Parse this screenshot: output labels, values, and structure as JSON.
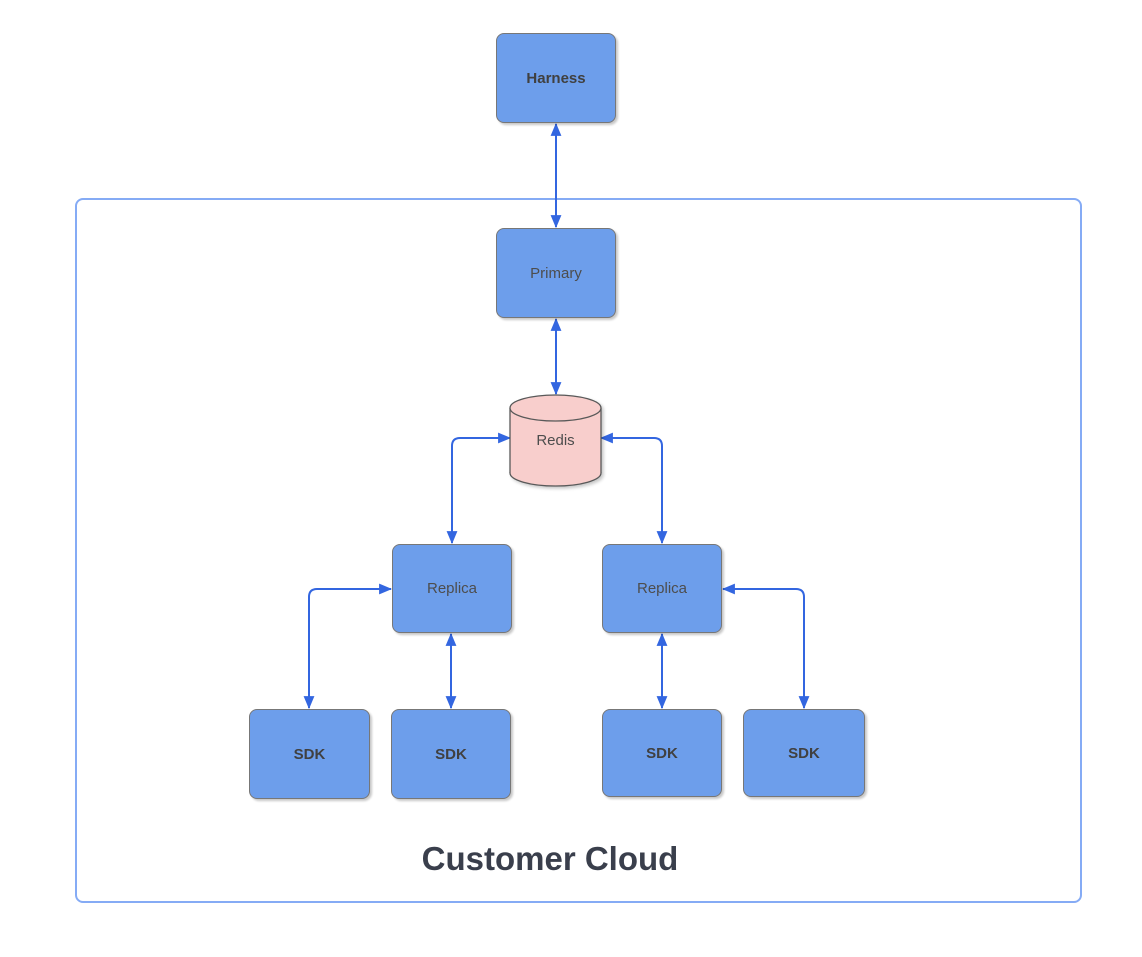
{
  "diagram": {
    "container_label": "Customer Cloud",
    "nodes": {
      "harness": {
        "label": "Harness",
        "shape": "rounded-rect",
        "fill": "#6D9EEB",
        "bold": true
      },
      "primary": {
        "label": "Primary",
        "shape": "rounded-rect",
        "fill": "#6D9EEB",
        "bold": false
      },
      "redis": {
        "label": "Redis",
        "shape": "cylinder",
        "fill": "#F8CECC",
        "bold": false
      },
      "replica_left": {
        "label": "Replica",
        "shape": "rounded-rect",
        "fill": "#6D9EEB",
        "bold": false
      },
      "replica_right": {
        "label": "Replica",
        "shape": "rounded-rect",
        "fill": "#6D9EEB",
        "bold": false
      },
      "sdk_outer_left": {
        "label": "SDK",
        "shape": "rounded-rect",
        "fill": "#6D9EEB",
        "bold": true
      },
      "sdk_inner_left": {
        "label": "SDK",
        "shape": "rounded-rect",
        "fill": "#6D9EEB",
        "bold": true
      },
      "sdk_inner_right": {
        "label": "SDK",
        "shape": "rounded-rect",
        "fill": "#6D9EEB",
        "bold": true
      },
      "sdk_outer_right": {
        "label": "SDK",
        "shape": "rounded-rect",
        "fill": "#6D9EEB",
        "bold": true
      }
    },
    "edges": [
      {
        "from": "harness",
        "to": "primary",
        "style": "bidirectional-arrow",
        "route": "straight-vertical"
      },
      {
        "from": "primary",
        "to": "redis",
        "style": "bidirectional-arrow",
        "route": "straight-vertical"
      },
      {
        "from": "redis",
        "to": "replica_left",
        "style": "bidirectional-arrow",
        "route": "elbow"
      },
      {
        "from": "redis",
        "to": "replica_right",
        "style": "bidirectional-arrow",
        "route": "elbow"
      },
      {
        "from": "replica_left",
        "to": "sdk_inner_left",
        "style": "bidirectional-arrow",
        "route": "straight-vertical"
      },
      {
        "from": "replica_left",
        "to": "sdk_outer_left",
        "style": "bidirectional-arrow",
        "route": "elbow"
      },
      {
        "from": "replica_right",
        "to": "sdk_inner_right",
        "style": "bidirectional-arrow",
        "route": "straight-vertical"
      },
      {
        "from": "replica_right",
        "to": "sdk_outer_right",
        "style": "bidirectional-arrow",
        "route": "elbow"
      }
    ],
    "colors": {
      "node_fill": "#6D9EEB",
      "node_border": "#777777",
      "redis_fill": "#F8CECC",
      "redis_border": "#595959",
      "arrow": "#3366E0",
      "container_border": "#85ABF5",
      "node_label": "#4D4D4D",
      "container_label": "#3A3F4C",
      "background": "#FFFFFF"
    }
  }
}
